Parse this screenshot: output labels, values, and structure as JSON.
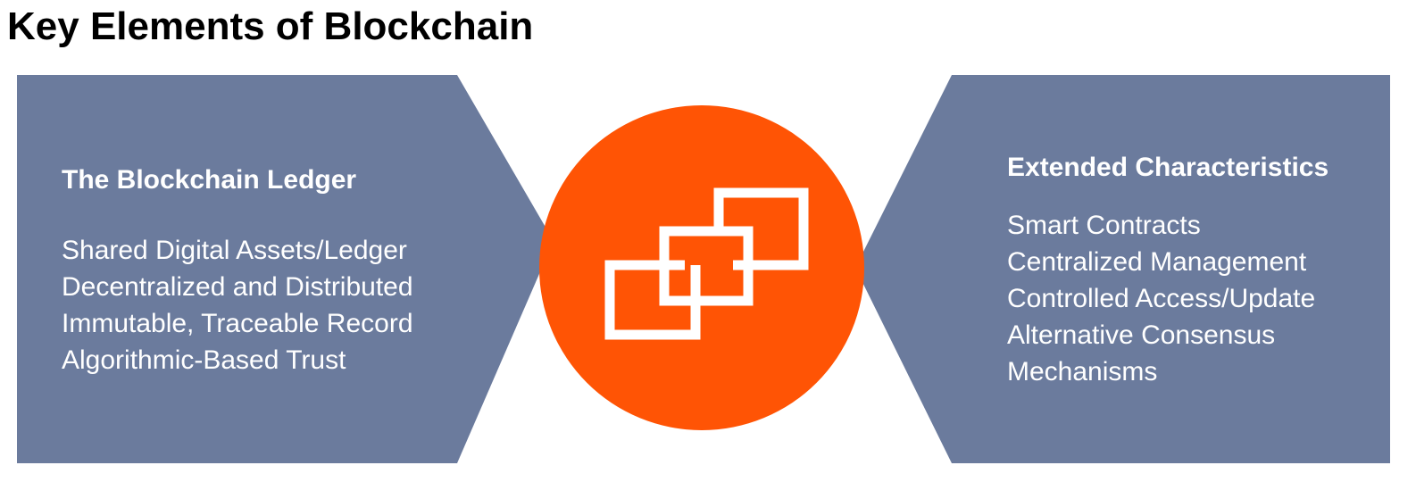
{
  "title": "Key Elements of Blockchain",
  "colors": {
    "panel": "#6b7b9d",
    "accent": "#ff5405",
    "text_on_panel": "#ffffff",
    "title_text": "#000000"
  },
  "left_panel": {
    "heading": "The Blockchain Ledger",
    "items": [
      "Shared Digital Assets/Ledger",
      "Decentralized and Distributed",
      "Immutable, Traceable Record",
      "Algorithmic-Based Trust"
    ]
  },
  "center": {
    "icon": "chain-links-icon"
  },
  "right_panel": {
    "heading": "Extended Characteristics",
    "items": [
      "Smart Contracts",
      "Centralized Management",
      "Controlled Access/Update",
      "Alternative Consensus",
      "Mechanisms"
    ]
  }
}
